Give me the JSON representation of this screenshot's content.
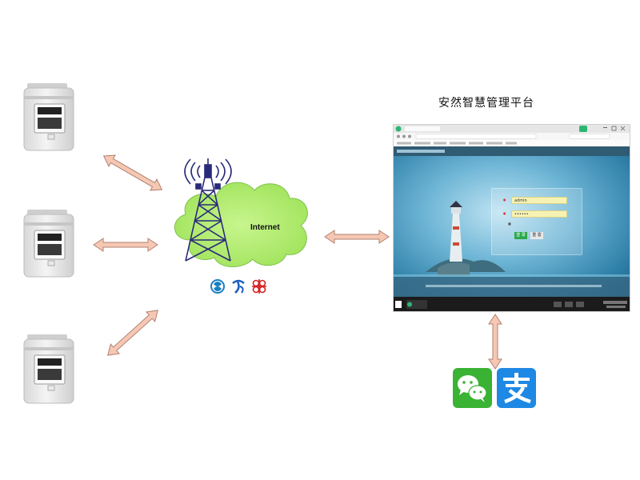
{
  "title": "安然智慧管理平台",
  "network": {
    "internet_label": "Internet"
  },
  "login": {
    "username_value": "admin",
    "password_value": "••••••",
    "login_label": "登 录",
    "reset_label": "重 置"
  },
  "colors": {
    "arrow_fill": "#f6c8b4",
    "arrow_stroke": "#b08070",
    "cloud_fill": "#b8f07c",
    "tower_color": "#2a2a7a",
    "wechat_green": "#3ab234",
    "alipay_blue": "#1e88e5"
  },
  "icons": {
    "wechat": "wechat-icon",
    "alipay": "alipay-icon",
    "china_mobile": "china-mobile-icon",
    "china_telecom": "china-telecom-icon",
    "china_unicom": "china-unicom-icon"
  }
}
